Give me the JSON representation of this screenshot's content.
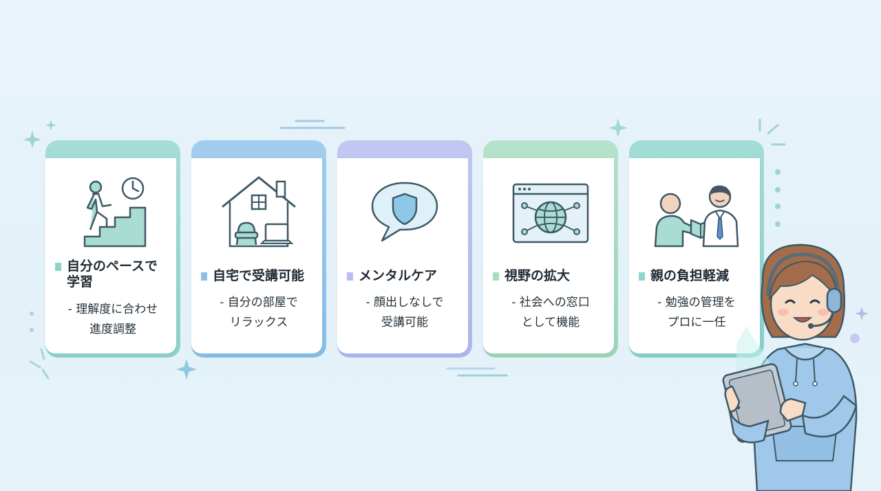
{
  "colors": {
    "teal": "#8fd3cb",
    "blue": "#8dc0e6",
    "lavender": "#b8bff0",
    "green": "#a8dcc0",
    "aqua": "#8ed6cf",
    "icon_stroke": "#3e5866",
    "icon_fill": "#a9dcd2"
  },
  "cards": [
    {
      "icon": "stairs-clock-icon",
      "title_line1": "自分のペースで",
      "title_line2": "学習",
      "desc_line1": "- 理解度に合わせ",
      "desc_line2": "進度調整"
    },
    {
      "icon": "house-icon",
      "title_line1": "自宅で受講可能",
      "desc_line1": "- 自分の部屋で",
      "desc_line2": "リラックス"
    },
    {
      "icon": "shield-bubble-icon",
      "title_line1": "メンタルケア",
      "desc_line1": "- 顔出しなしで",
      "desc_line2": "受講可能"
    },
    {
      "icon": "globe-browser-icon",
      "title_line1": "視野の拡大",
      "desc_line1": "- 社会への窓口",
      "desc_line2": "として機能"
    },
    {
      "icon": "handover-icon",
      "title_line1": "親の負担軽減",
      "desc_line1": "- 勉強の管理を",
      "desc_line2": "プロに一任"
    }
  ],
  "figure": {
    "icon": "student-headset-tablet-illustration"
  }
}
